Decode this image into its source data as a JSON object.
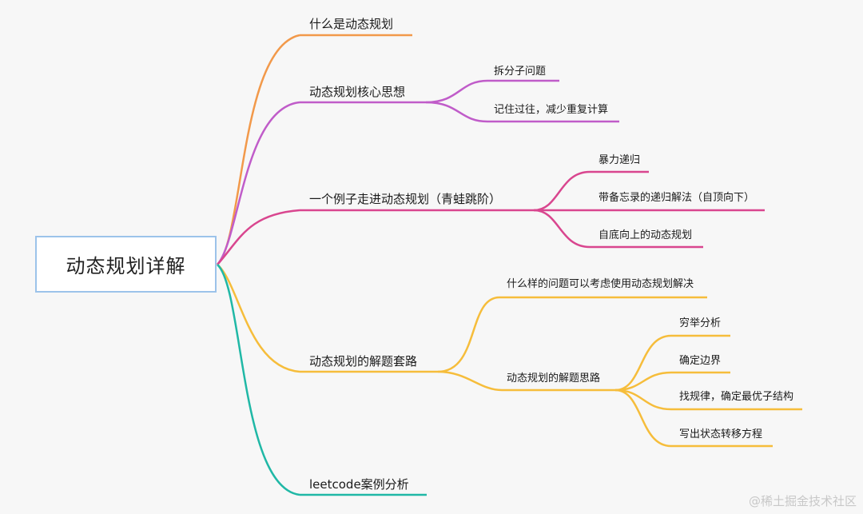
{
  "root": {
    "label": "动态规划详解"
  },
  "colors": {
    "branch1": "#f2994a",
    "branch2": "#c05cc9",
    "branch3": "#d9468f",
    "branch4": "#f6bd3b",
    "branch5": "#20b8a6"
  },
  "branches": [
    {
      "label": "什么是动态规划"
    },
    {
      "label": "动态规划核心思想",
      "children": [
        {
          "label": "拆分子问题"
        },
        {
          "label": "记住过往，减少重复计算"
        }
      ]
    },
    {
      "label": "一个例子走进动态规划（青蛙跳阶）",
      "children": [
        {
          "label": "暴力递归"
        },
        {
          "label": "带备忘录的递归解法（自顶向下）"
        },
        {
          "label": "自底向上的动态规划"
        }
      ]
    },
    {
      "label": "动态规划的解题套路",
      "children": [
        {
          "label": "什么样的问题可以考虑使用动态规划解决"
        },
        {
          "label": "动态规划的解题思路",
          "children": [
            {
              "label": "穷举分析"
            },
            {
              "label": "确定边界"
            },
            {
              "label": "找规律，确定最优子结构"
            },
            {
              "label": "写出状态转移方程"
            }
          ]
        }
      ]
    },
    {
      "label": "leetcode案例分析"
    }
  ],
  "watermark": "@稀土掘金技术社区"
}
